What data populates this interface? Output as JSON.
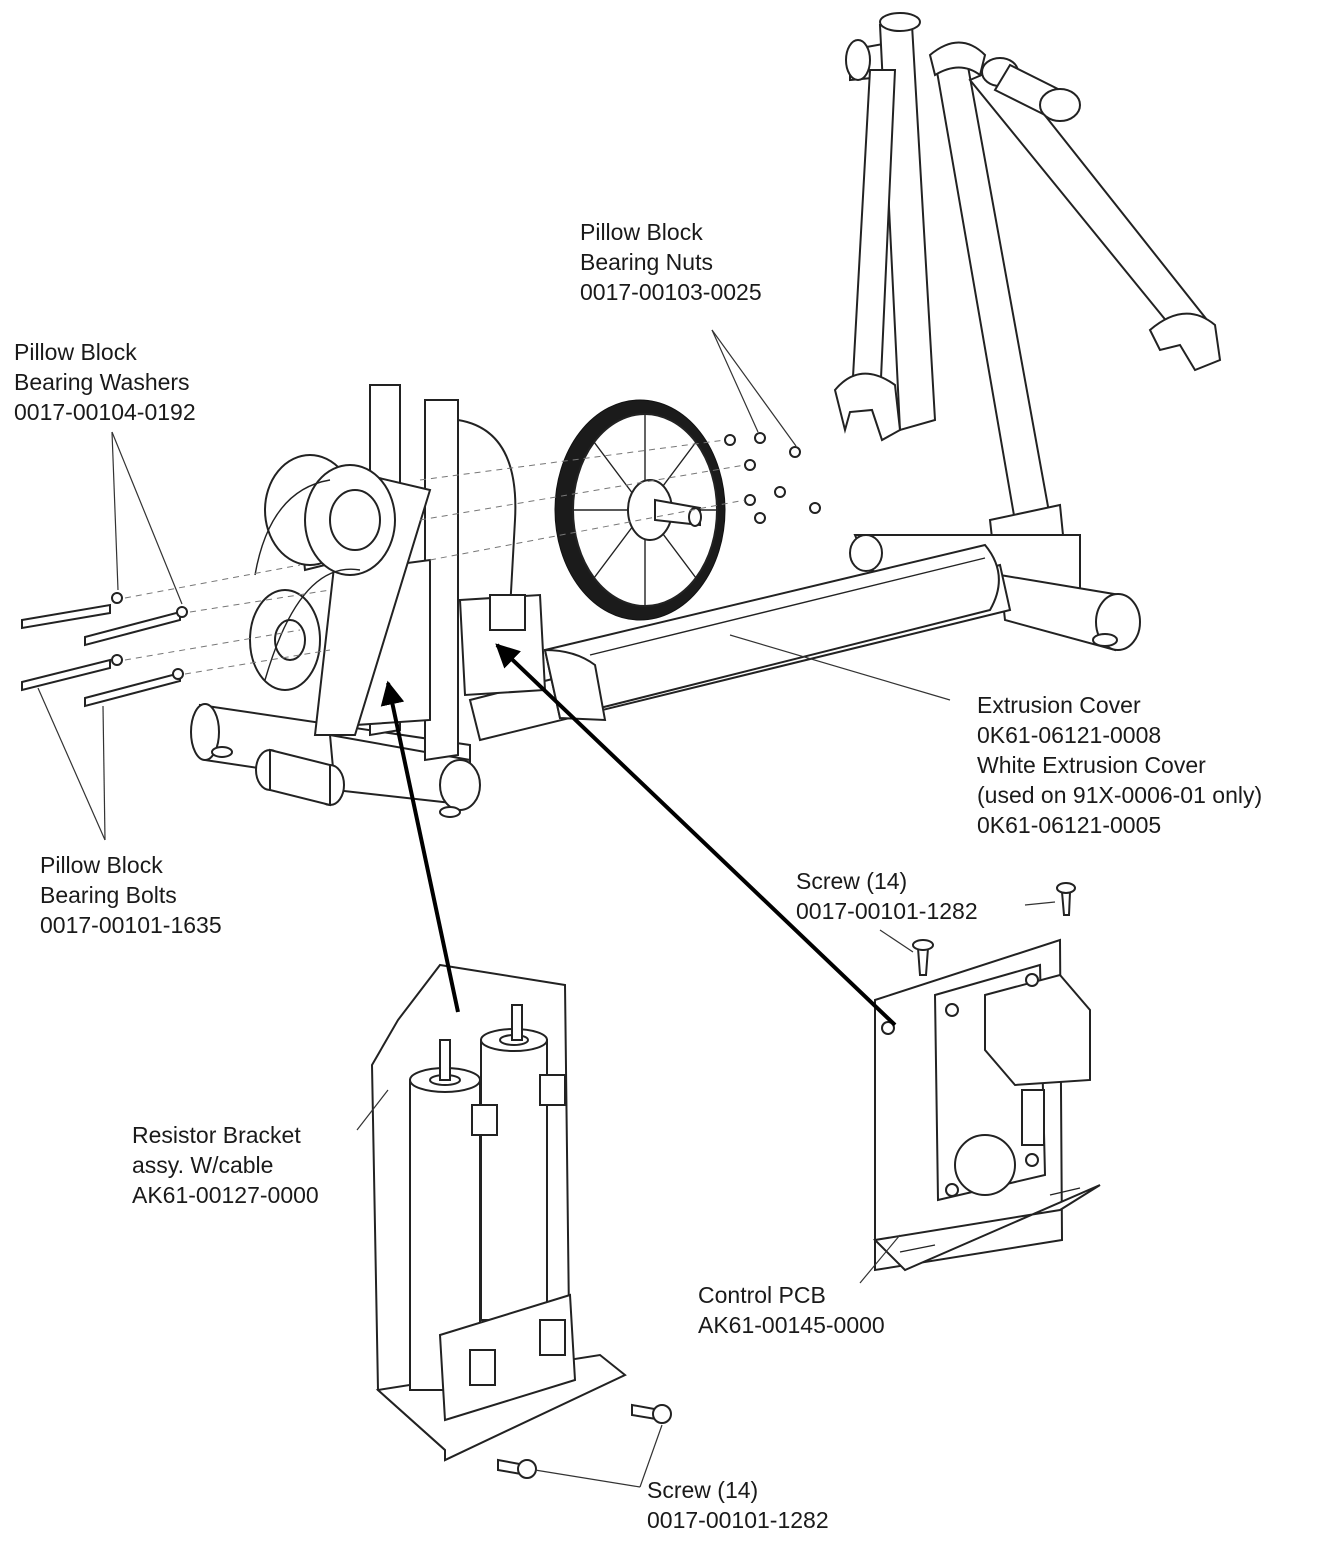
{
  "callouts": {
    "nuts": {
      "lines": [
        "Pillow Block",
        "Bearing Nuts",
        "0017-00103-0025"
      ]
    },
    "washers": {
      "lines": [
        "Pillow Block",
        "Bearing Washers",
        "0017-00104-0192"
      ]
    },
    "bolts": {
      "lines": [
        "Pillow Block",
        "Bearing Bolts",
        "0017-00101-1635"
      ]
    },
    "extrusion": {
      "lines": [
        "Extrusion Cover",
        "0K61-06121-0008",
        "White Extrusion Cover",
        "(used on 91X-0006-01 only)",
        "0K61-06121-0005"
      ]
    },
    "screw_top": {
      "lines": [
        "Screw (14)",
        "0017-00101-1282"
      ]
    },
    "resistor": {
      "lines": [
        "Resistor Bracket",
        "assy. W/cable",
        "AK61-00127-0000"
      ]
    },
    "pcb": {
      "lines": [
        "Control PCB",
        "AK61-00145-0000"
      ]
    },
    "screw_bottom": {
      "lines": [
        "Screw (14)",
        "0017-00101-1282"
      ]
    }
  }
}
